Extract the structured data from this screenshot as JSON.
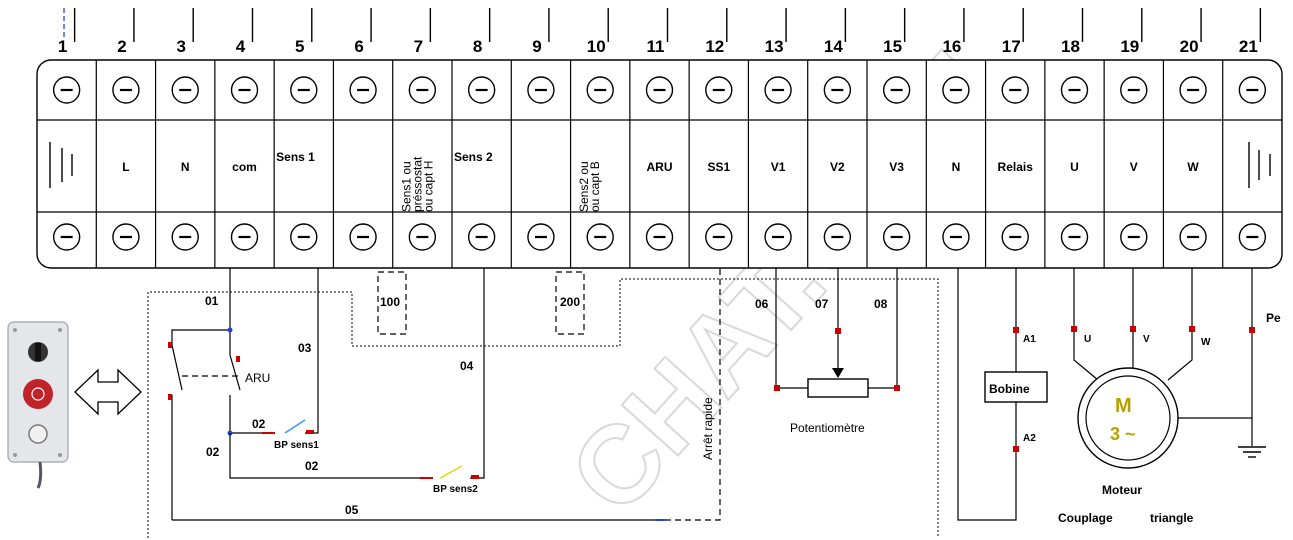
{
  "terminal_numbers": [
    "1",
    "2",
    "3",
    "4",
    "5",
    "6",
    "7",
    "8",
    "9",
    "10",
    "11",
    "12",
    "13",
    "14",
    "15",
    "16",
    "17",
    "18",
    "19",
    "20",
    "21"
  ],
  "terminal_labels": [
    "",
    "L",
    "N",
    "com",
    "Sens 1",
    "",
    "Sens1 ou\npréssostat\nou capt H",
    "Sens 2",
    "",
    "Sens2 ou\nou capt B",
    "ARU",
    "SS1",
    "V1",
    "V2",
    "V3",
    "N",
    "Relais",
    "U",
    "V",
    "W",
    ""
  ],
  "wires": {
    "w01": "01",
    "w02a": "02",
    "w02b": "02",
    "w02c": "02",
    "w03": "03",
    "w04": "04",
    "w05": "05",
    "w06": "06",
    "w07": "07",
    "w08": "08"
  },
  "components": {
    "aru": "ARU",
    "bp_sens1": "BP sens1",
    "bp_sens2": "BP sens2",
    "box100": "100",
    "box200": "200",
    "arret_rapide": "Arrêt rapide",
    "potentiometre": "Potentiomètre",
    "bobine": "Bobine",
    "a1": "A1",
    "a2": "A2",
    "motor_u": "U",
    "motor_v": "V",
    "motor_w": "W",
    "pe": "Pe",
    "motor_m": "M",
    "motor_3": "3 ~",
    "moteur": "Moteur",
    "couplage": "Couplage",
    "triangle": "triangle"
  },
  "watermark": "CHAT.COM",
  "colors": {
    "red": "#cc0000",
    "blue": "#2244cc",
    "yellow": "#e8d800",
    "lightblue": "#3399ff"
  }
}
